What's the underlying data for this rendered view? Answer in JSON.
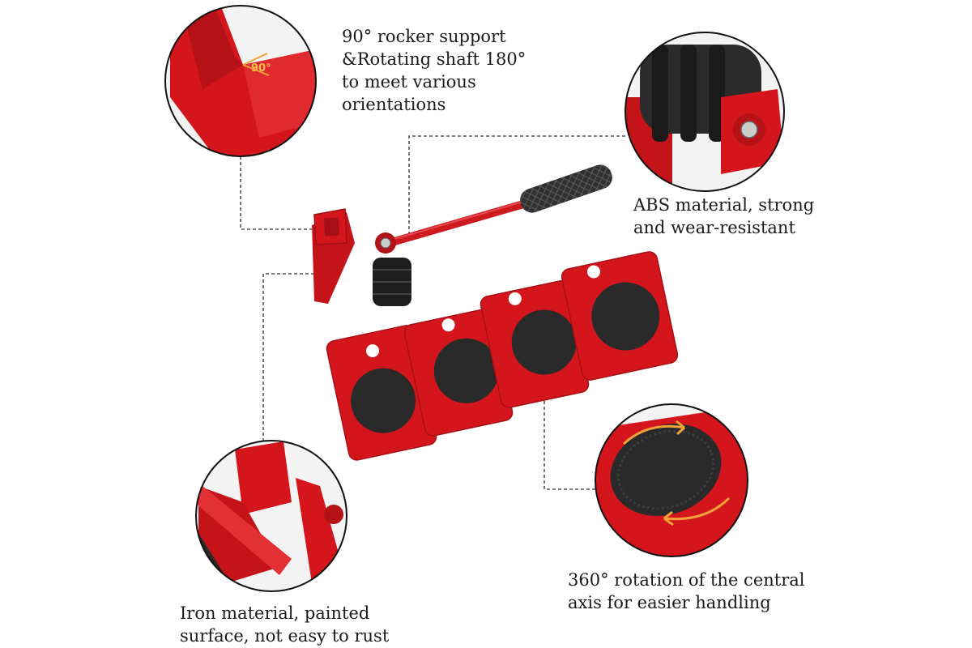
{
  "palette": {
    "product_red": "#d4161c",
    "dark_red": "#9e0f13",
    "pad_black": "#2a2a2a",
    "dashed_line": "#555555",
    "circle_border": "#111111"
  },
  "callouts": {
    "rocker_support": "90° rocker support\n&Rotating shaft 180°\nto meet various\norientations",
    "abs_material": "ABS material, strong\nand wear-resistant",
    "iron_material": "Iron material, painted\nsurface, not easy to rust",
    "rotation": "360° rotation of the central\naxis for easier handling"
  },
  "detail_labels": {
    "angle_label": "90°"
  }
}
